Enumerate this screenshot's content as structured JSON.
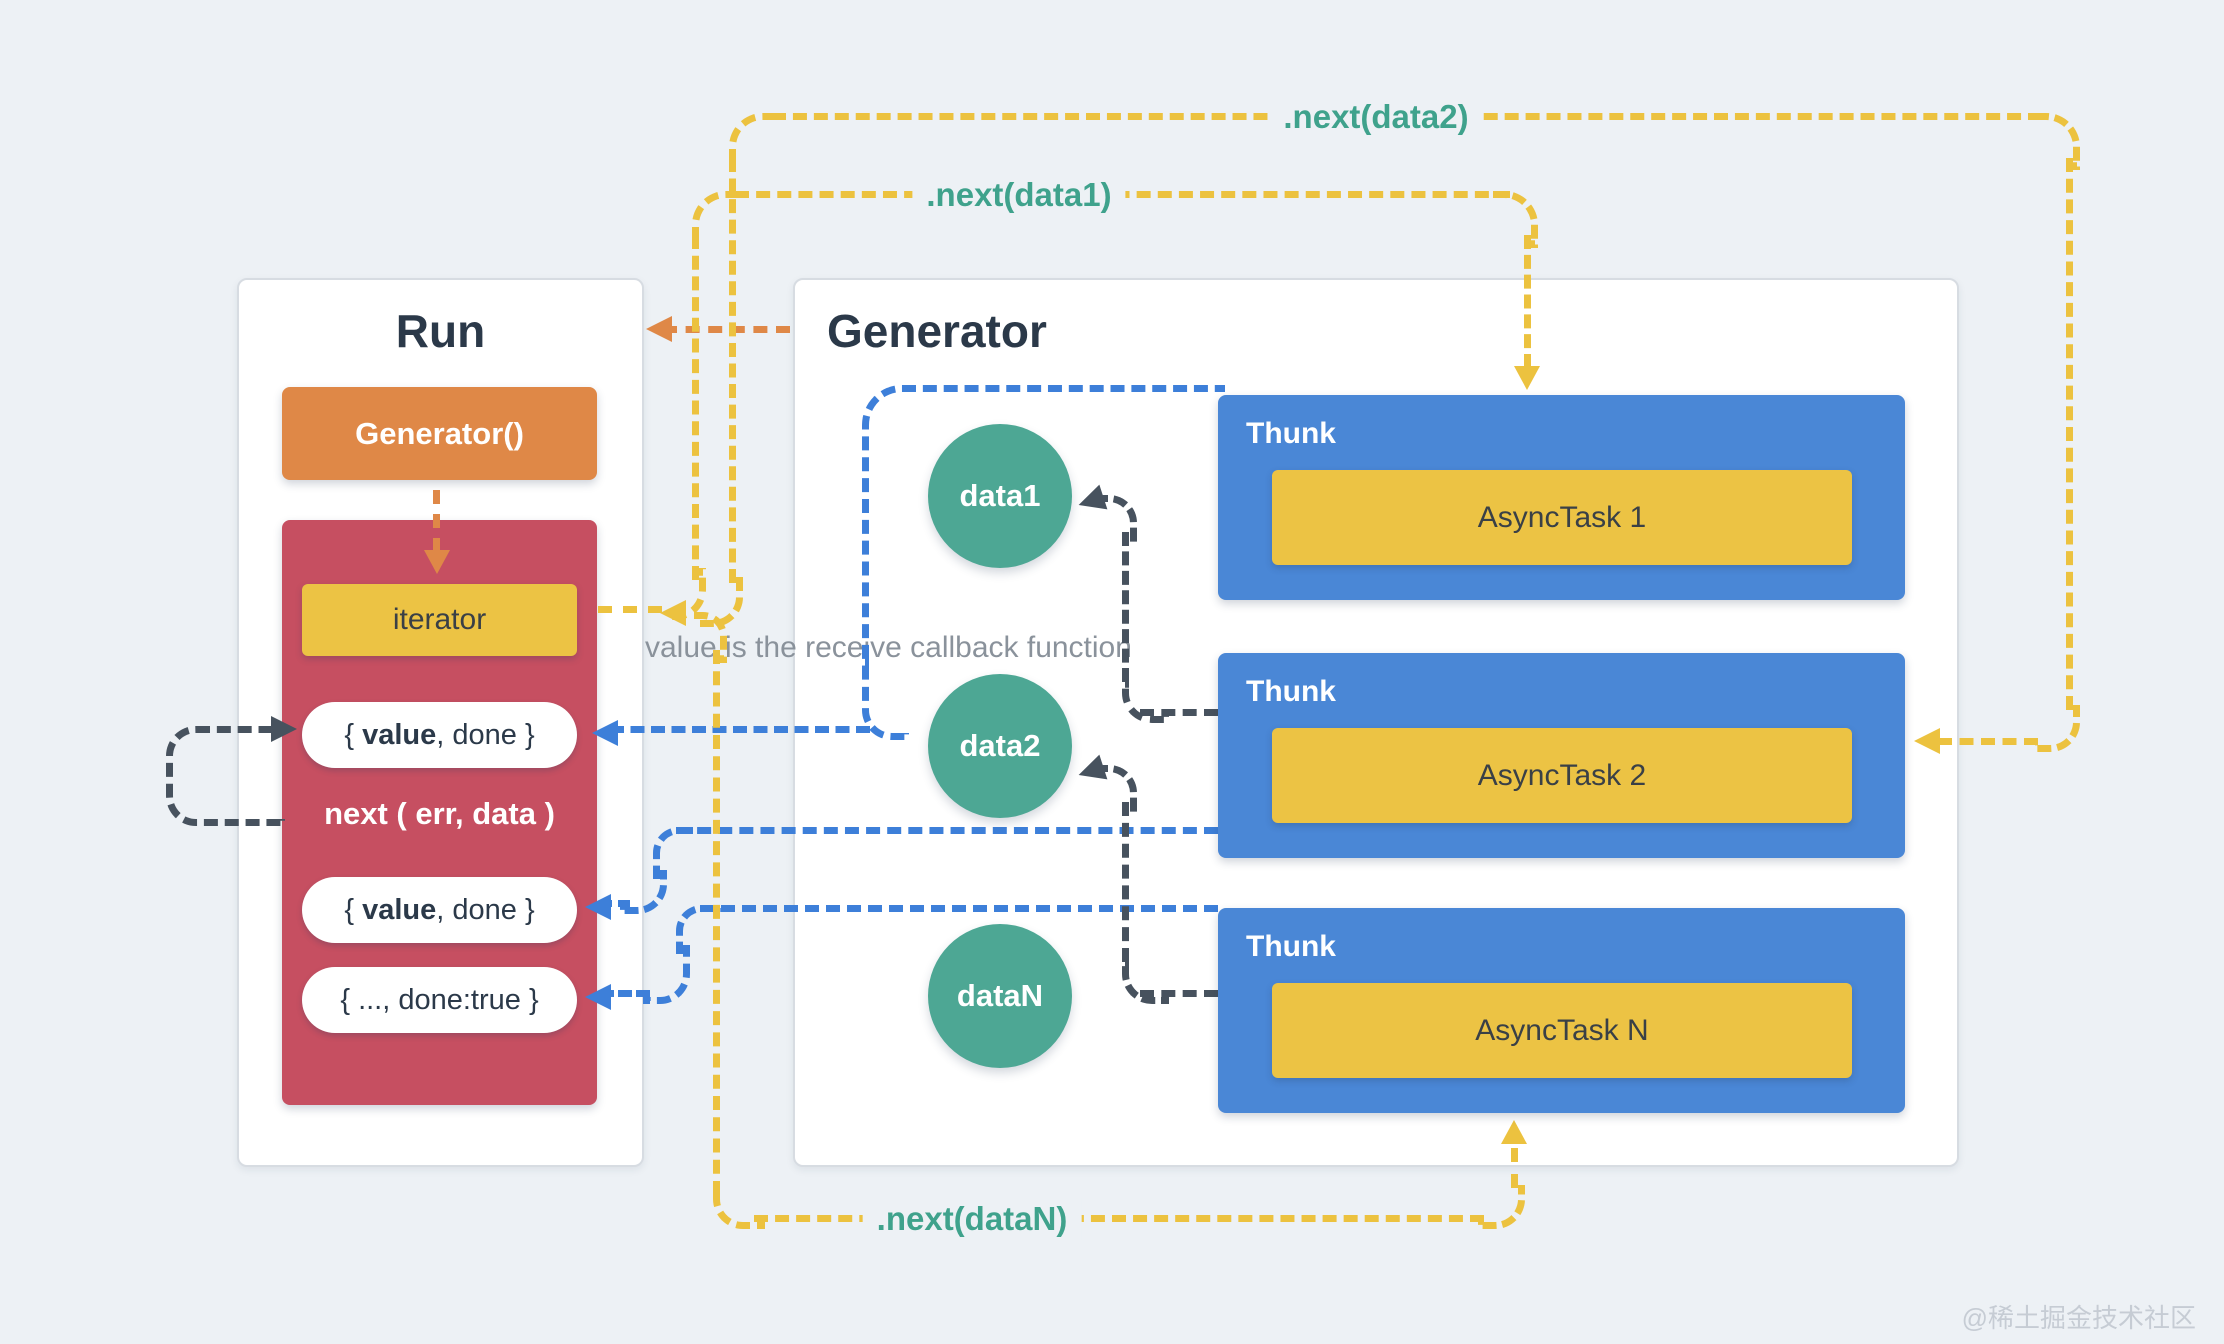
{
  "colors": {
    "bg": "#edf1f5",
    "panel_bg": "#ffffff",
    "panel_border": "#d7dce2",
    "title_text": "#2b3949",
    "orange": "#df8847",
    "red_box": "#c64f61",
    "yellow_box": "#ecc344",
    "yellow_line": "#ecc23f",
    "blue_box": "#4a87d6",
    "blue_line": "#3d7fd9",
    "teal_circle": "#4da794",
    "teal_label": "#3fa28c",
    "dark_line": "#47525e",
    "dark_text": "#3a4046",
    "gray_text": "#8a929b",
    "watermark": "#c6ccd4",
    "pill_bg": "#ffffff"
  },
  "run_panel": {
    "title": "Run",
    "generator_call": "Generator()",
    "iterator": "iterator",
    "pill1": {
      "pre": "{ ",
      "bold": "value",
      "post": ", done }"
    },
    "next_fn": "next ( err, data )",
    "pill2": {
      "pre": "{ ",
      "bold": "value",
      "post": ", done }"
    },
    "pill3": "{ ..., done:true }"
  },
  "generator_panel": {
    "title": "Generator",
    "circles": [
      {
        "label": "data1"
      },
      {
        "label": "data2"
      },
      {
        "label": "dataN"
      }
    ],
    "thunks": [
      {
        "label": "Thunk",
        "task": "AsyncTask 1"
      },
      {
        "label": "Thunk",
        "task": "AsyncTask 2"
      },
      {
        "label": "Thunk",
        "task": "AsyncTask N"
      }
    ]
  },
  "connectors": {
    "next_data1": ".next(data1)",
    "next_data2": ".next(data2)",
    "next_dataN": ".next(dataN)"
  },
  "annotation": "value is the receive callback function",
  "watermark": "@稀土掘金技术社区"
}
